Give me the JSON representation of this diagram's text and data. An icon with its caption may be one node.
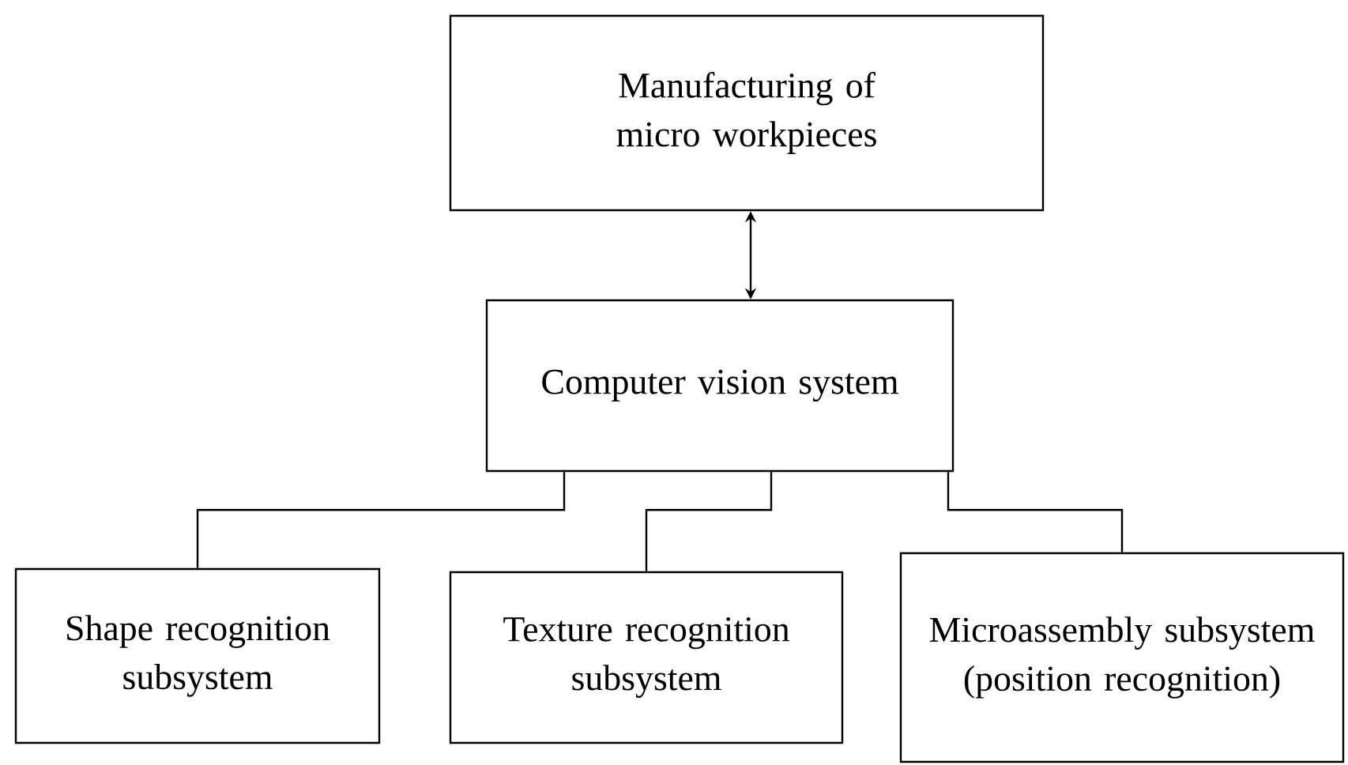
{
  "diagram": {
    "nodes": [
      {
        "text": [
          "Manufacturing of micro workpieces"
        ]
      },
      {
        "text": [
          "Computer vision system"
        ]
      },
      {
        "text": [
          "Shape recognition subsystem"
        ]
      },
      {
        "text": [
          "Texture recognition subsystem"
        ]
      },
      {
        "text": [
          "Microassembly subsystem (position recognition)"
        ]
      }
    ],
    "edges": [
      {
        "from": 0,
        "to": 1,
        "arrow": "both"
      },
      {
        "from": 1,
        "to": 2,
        "arrow": "none"
      },
      {
        "from": 1,
        "to": 3,
        "arrow": "none"
      },
      {
        "from": 1,
        "to": 4,
        "arrow": "none"
      }
    ]
  }
}
